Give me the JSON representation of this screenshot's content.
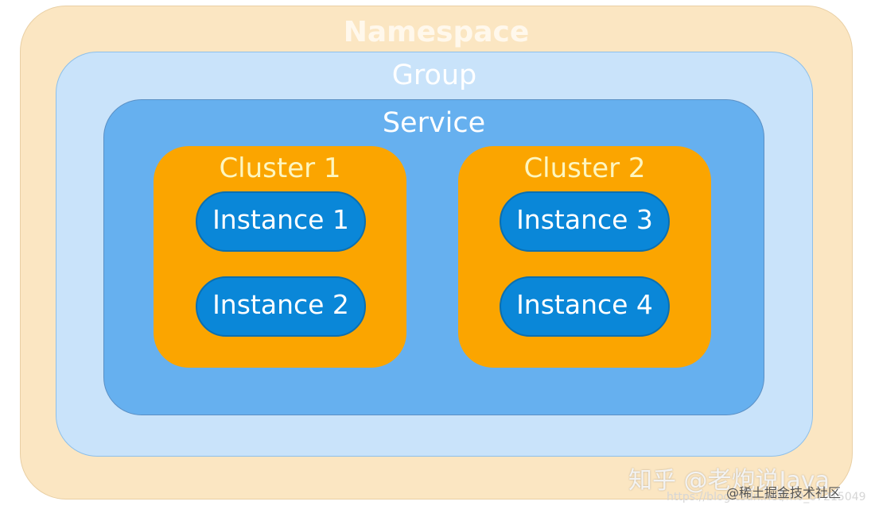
{
  "namespace": {
    "label": "Namespace"
  },
  "group": {
    "label": "Group"
  },
  "service": {
    "label": "Service"
  },
  "clusters": [
    {
      "label": "Cluster 1",
      "instances": [
        "Instance 1",
        "Instance 2"
      ]
    },
    {
      "label": "Cluster 2",
      "instances": [
        "Instance 3",
        "Instance 4"
      ]
    }
  ],
  "watermarks": {
    "zhihu": "知乎 @老炮说Java",
    "community": "@稀土掘金技术社区",
    "url": "https://blog.csdn.net/m0_67215049"
  },
  "colors": {
    "namespace_fill": "#fbe6c2",
    "group_fill": "#c9e3fa",
    "service_fill": "#66b0ef",
    "cluster_fill": "#fba500",
    "instance_fill": "#0a87d8"
  }
}
